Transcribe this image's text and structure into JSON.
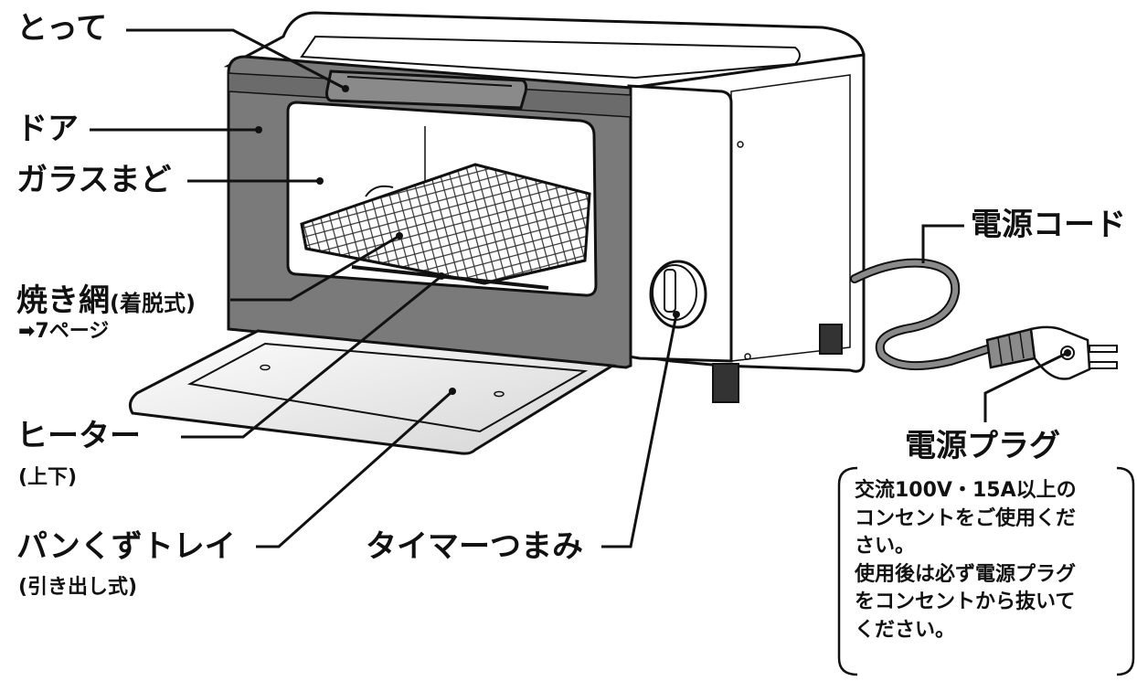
{
  "labels": {
    "handle": "とって",
    "door": "ドア",
    "glass_door": "ガラスまど",
    "rack": "焼き網",
    "rack_detached": "(着脱式)",
    "rack_page_ref": "➡7ページ",
    "heater": "ヒーター",
    "heater_position": "(上下)",
    "crumb_tray": "パンくずトレイ",
    "crumb_tray_note": "(引き出し式)",
    "timer_knob": "タイマーつまみ",
    "power_cord": "電源コード",
    "power_plug": "電源プラグ"
  },
  "plug_note": "交流100V・15A以上の\nコンセントをご使用くだ\nさい。\n使用後は必ず電源プラグ\nをコンセントから抜いて\nください。",
  "colors": {
    "line": "#111111",
    "door_frame": "#7a7a7a",
    "body": "#ffffff",
    "cord": "#777777"
  }
}
